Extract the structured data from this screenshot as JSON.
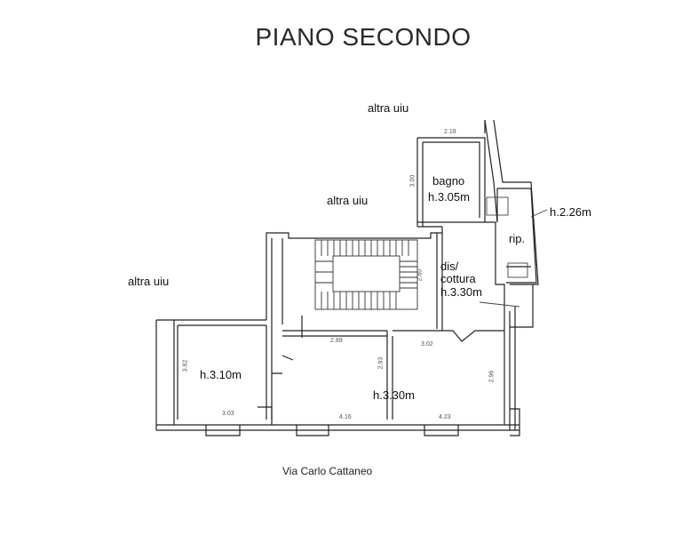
{
  "title": "PIANO SECONDO",
  "street": "Via Carlo Cattaneo",
  "neighbors": {
    "top": "altra uiu",
    "center": "altra uiu",
    "left": "altra uiu"
  },
  "rooms": {
    "bagno": {
      "name": "bagno",
      "height": "h.3.05m"
    },
    "rip": {
      "name": "rip.",
      "height": "h.2.26m"
    },
    "dis": {
      "name_line1": "dis/",
      "name_line2": "cottura",
      "height": "h.3.30m"
    },
    "left_room": {
      "height": "h.3.10m"
    },
    "main_room": {
      "height": "h.3.30m"
    }
  },
  "dimensions": {
    "bagno_width": "2.18",
    "bagno_side": "3.00",
    "stair_side": "2.80",
    "left_side": "3.82",
    "left_bottom": "3.03",
    "mid_top": "2.89",
    "mid_vertical": "2.93",
    "mid_bottom": "4.16",
    "right_top": "3.02",
    "right_side": "2.96",
    "right_bottom": "4.23"
  }
}
